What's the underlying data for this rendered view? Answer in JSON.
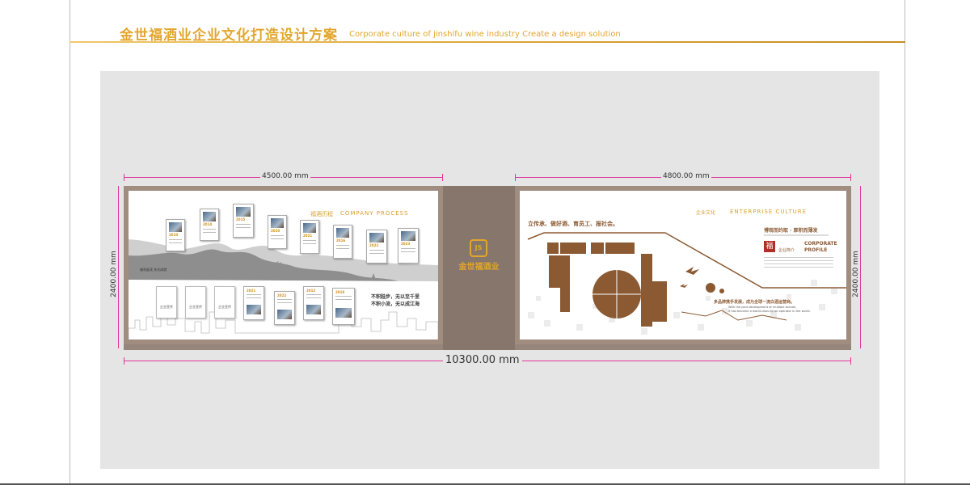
{
  "header": {
    "title_cn": "金世福酒业企业文化打造设计方案",
    "title_en": "Corporate culture of jinshifu wine industry  Create a design solution"
  },
  "dimensions": {
    "left_width": "4500.00 mm",
    "right_width": "4800.00 mm",
    "total_width": "10300.00 mm",
    "left_height": "2400.00 mm",
    "right_height": "2400.00 mm"
  },
  "left_panel": {
    "title_cn": "福酒历程",
    "title_en": "COMPANY PROCESS",
    "mountain_caption": "福利延续 扶光成就",
    "years_top": [
      "2010",
      "2014",
      "2015",
      "2020",
      "2021",
      "2016",
      "2022",
      "2023"
    ],
    "years_bottom": [
      "2021",
      "2022",
      "2012",
      "2018"
    ],
    "cards": [
      "企业宣传",
      "企业宣传",
      "企业宣传"
    ],
    "slogan_line1": "不积跬步，无以至千里",
    "slogan_line2": "不积小流，无以成江海"
  },
  "center_logo": {
    "mark": "JS",
    "name": "金世福酒业"
  },
  "right_panel": {
    "title_cn": "企业文化",
    "title_en": "ENTERPRISE CULTURE",
    "slogan": "立传承、做好酒、育员工、报社会。",
    "profile_cn_title": "博观而约取 · 厚积而薄发",
    "profile_en_title": "CORPORATE",
    "profile_en_title2": "PROFILE",
    "profile_cn_sub": "企业简介",
    "tagline_cn": "多品牌携手发展，成为全球一流白酒运营商。",
    "tagline_en_1": "With the joint development of multiple brands,",
    "tagline_en_2": "it has become a world-class liquor operator in the world."
  },
  "colors": {
    "gold": "#e3a62c",
    "brown": "#8b5a33",
    "frame": "#a08d80",
    "center": "#86766b"
  }
}
